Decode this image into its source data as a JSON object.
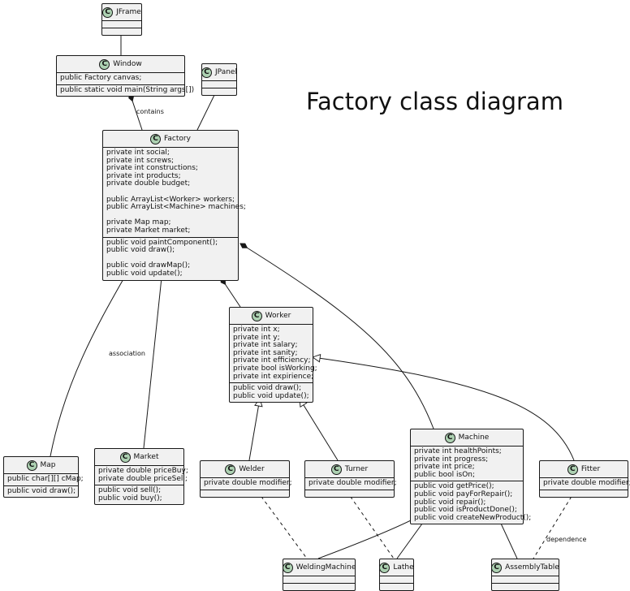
{
  "title": "Factory class diagram",
  "classes": {
    "jframe": {
      "name": "JFrame",
      "badge": "C"
    },
    "jpanel": {
      "name": "JPanel",
      "badge": "C"
    },
    "window": {
      "name": "Window",
      "badge": "C",
      "fields": [
        "public Factory canvas;"
      ],
      "methods": [
        "public static void main(String args[])"
      ]
    },
    "factory": {
      "name": "Factory",
      "badge": "C",
      "fields": [
        "private int social;",
        "private int screws;",
        "private int constructions;",
        "private int products;",
        "private double budget;",
        "",
        "public ArrayList<Worker> workers;",
        "public ArrayList<Machine> machines;",
        "",
        "private Map map;",
        "private Market market;"
      ],
      "methods": [
        "public void paintComponent();",
        "public void draw();",
        "",
        "public void drawMap();",
        "public void update();"
      ]
    },
    "worker": {
      "name": "Worker",
      "badge": "C",
      "fields": [
        "private int x;",
        "private int y;",
        "private int salary;",
        "private int sanity;",
        "private int efficiency;",
        "private bool isWorking;",
        "private int expirience;"
      ],
      "methods": [
        "public void draw();",
        "public void update();"
      ]
    },
    "map": {
      "name": "Map",
      "badge": "C",
      "fields": [
        "public char[][] cMap;"
      ],
      "methods": [
        "public void draw();"
      ]
    },
    "market": {
      "name": "Market",
      "badge": "C",
      "fields": [
        "private double priceBuy;",
        "private double priceSell;"
      ],
      "methods": [
        "public void sell();",
        "public void buy();"
      ]
    },
    "welder": {
      "name": "Welder",
      "badge": "C",
      "fields": [
        "private double modifier;"
      ],
      "methods": []
    },
    "turner": {
      "name": "Turner",
      "badge": "C",
      "fields": [
        "private double modifier;"
      ],
      "methods": []
    },
    "machine": {
      "name": "Machine",
      "badge": "C",
      "fields": [
        "private int healthPoints;",
        "private int progress;",
        "private int price;",
        "public bool isOn;"
      ],
      "methods": [
        "public void getPrice();",
        "public void payForRepair();",
        "public void repair();",
        "public void isProductDone();",
        "public void createNewProduct();"
      ]
    },
    "fitter": {
      "name": "Fitter",
      "badge": "C",
      "fields": [
        "private double modifier;"
      ],
      "methods": []
    },
    "weldingmachine": {
      "name": "WeldingMachine",
      "badge": "C"
    },
    "lathe": {
      "name": "Lathe",
      "badge": "C"
    },
    "assemblytable": {
      "name": "AssemblyTable",
      "badge": "C"
    }
  },
  "edge_labels": {
    "contains": "contains",
    "association": "association",
    "dependence": "dependence"
  }
}
